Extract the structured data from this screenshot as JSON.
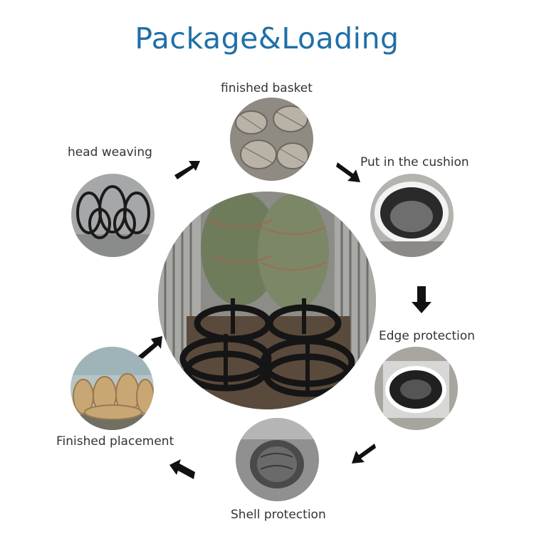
{
  "title": "Package&Loading",
  "steps": {
    "finished_basket": "finished basket",
    "head_weaving": "head weaving",
    "put_in_cushion": "Put in the cushion",
    "edge_protection": "Edge protection",
    "shell_protection": "Shell protection",
    "finished_placement": "Finished placement"
  }
}
